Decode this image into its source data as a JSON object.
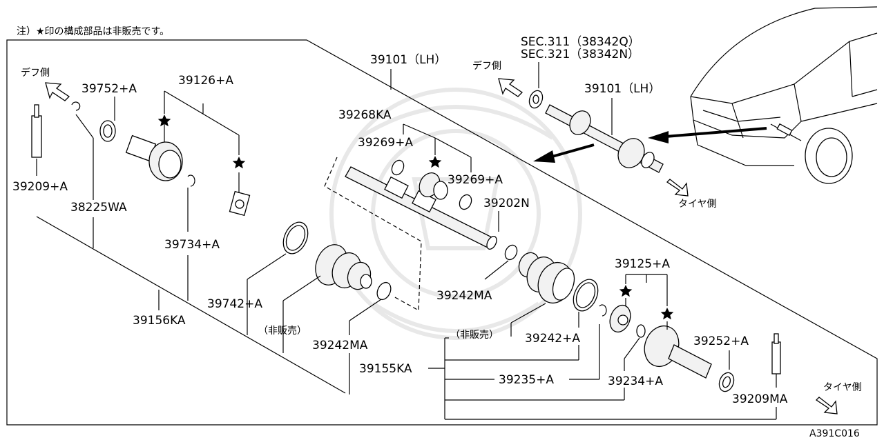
{
  "note": "注）★印の構成部品は非販売です。",
  "diagram_code": "A391C016",
  "directions": {
    "diff_side_left": "デフ側",
    "diff_side_top": "デフ側",
    "tire_side_top": "タイヤ側",
    "tire_side_right": "タイヤ側"
  },
  "labels": {
    "p39101_main": "39101（LH）",
    "p39101_inset": "39101（LH）",
    "sec311": "SEC.311（38342Q）",
    "sec321": "SEC.321（38342N）",
    "p39752": "39752+A",
    "p39126": "39126+A",
    "p39209_left": "39209+A",
    "p38225": "38225WA",
    "p39734": "39734+A",
    "p39742": "39742+A",
    "not_for_sale_left": "（非販売）",
    "p39242ma_left": "39242MA",
    "p39156": "39156KA",
    "p39268": "39268KA",
    "p39269_a": "39269+A",
    "p39269_b": "39269+A",
    "p39202": "39202N",
    "p39242ma_right": "39242MA",
    "not_for_sale_right": "（非販売）",
    "p39242": "39242+A",
    "p39155": "39155KA",
    "p39235": "39235+A",
    "p39234": "39234+A",
    "p39125": "39125+A",
    "p39252": "39252+A",
    "p39209ma": "39209MA"
  },
  "icons": [
    "star-icon",
    "diff-direction-arrow-icon",
    "tire-direction-arrow-icon",
    "car-illustration",
    "watermark-logo"
  ]
}
